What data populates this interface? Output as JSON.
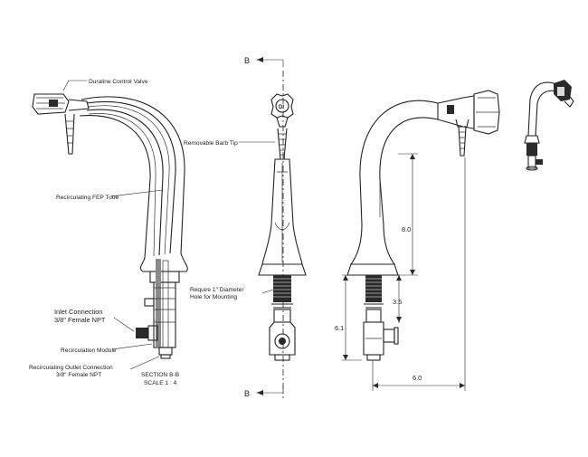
{
  "labels": {
    "control_valve": "Duraline Control Valve",
    "fep_tube": "Recirculating FEP Tube",
    "inlet_line1": "Inlet Connection",
    "inlet_line2": "3/8\" Female NPT",
    "module": "Recirculation Module",
    "outlet_line1": "Recirculating Outlet Connection",
    "outlet_line2": "3/8\" Female NPT",
    "section": "SECTION B-B",
    "scale": "SCALE 1 : 4",
    "barb_tip": "Removable Barb Tip",
    "mount_line1": "Require 1\" Diameter",
    "mount_line2": "Hole for Mounting",
    "handle_mark": "DI"
  },
  "section_markers": {
    "top": "B",
    "bottom": "B"
  },
  "dimensions": {
    "height_above_deck": "8.0",
    "shank": "3.5",
    "below_deck": "6.1",
    "reach": "6.0"
  }
}
